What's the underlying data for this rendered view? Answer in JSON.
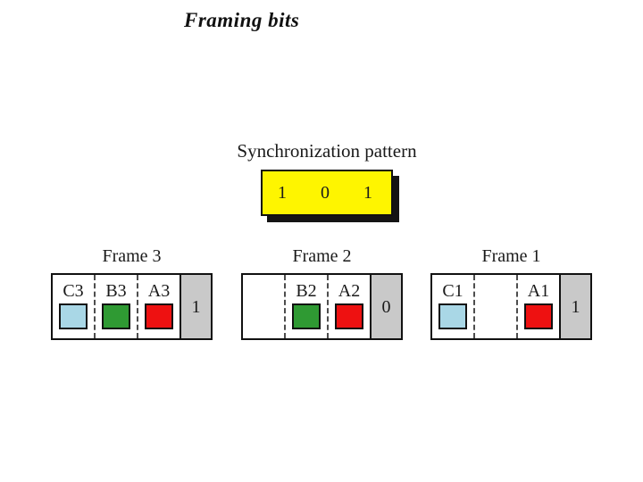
{
  "title": "Framing bits",
  "sync": {
    "label": "Synchronization pattern",
    "bits": [
      "1",
      "0",
      "1"
    ],
    "box_color": "#fef500",
    "shadow_color": "#141414"
  },
  "frames": [
    {
      "name": "Frame 3",
      "framing_bit": "1",
      "cells": [
        {
          "label": "C3",
          "color": "#a9d7e6",
          "has_square": true
        },
        {
          "label": "B3",
          "color": "#2f9a33",
          "has_square": true
        },
        {
          "label": "A3",
          "color": "#ee1111",
          "has_square": true
        }
      ]
    },
    {
      "name": "Frame 2",
      "framing_bit": "0",
      "cells": [
        {
          "label": "",
          "color": "",
          "has_square": false
        },
        {
          "label": "B2",
          "color": "#2f9a33",
          "has_square": true
        },
        {
          "label": "A2",
          "color": "#ee1111",
          "has_square": true
        }
      ]
    },
    {
      "name": "Frame 1",
      "framing_bit": "1",
      "cells": [
        {
          "label": "C1",
          "color": "#a9d7e6",
          "has_square": true
        },
        {
          "label": "",
          "color": "",
          "has_square": false
        },
        {
          "label": "A1",
          "color": "#ee1111",
          "has_square": true
        }
      ]
    }
  ],
  "colors": {
    "background": "#ffffff",
    "border": "#111111",
    "gray_cell": "#c9c9c9",
    "dashed_line": "#4d4d4d",
    "text": "#1a1a1a"
  }
}
